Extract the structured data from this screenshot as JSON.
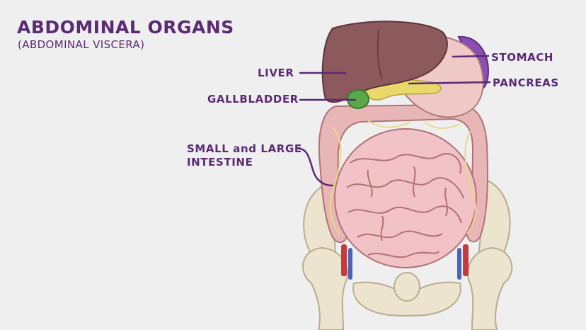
{
  "header": {
    "title": "ABDOMINAL ORGANS",
    "subtitle": "(ABDOMINAL VISCERA)"
  },
  "labels": {
    "liver": "LIVER",
    "gallbladder": "GALLBLADDER",
    "intestine_line1": "SMALL and LARGE",
    "intestine_line2": "INTESTINE",
    "stomach": "STOMACH",
    "pancreas": "PANCREAS"
  },
  "colors": {
    "label_text": "#5b2a74",
    "liver": "#8c5a5c",
    "stomach": "#efc9c6",
    "spleen": "#8a4fb0",
    "gallbladder": "#5aa84a",
    "pancreas": "#e9d86a",
    "intestine": "#f2c3c6",
    "bone": "#ece4cf",
    "vessel_red": "#c8393a",
    "vessel_blue": "#4b63b6"
  }
}
